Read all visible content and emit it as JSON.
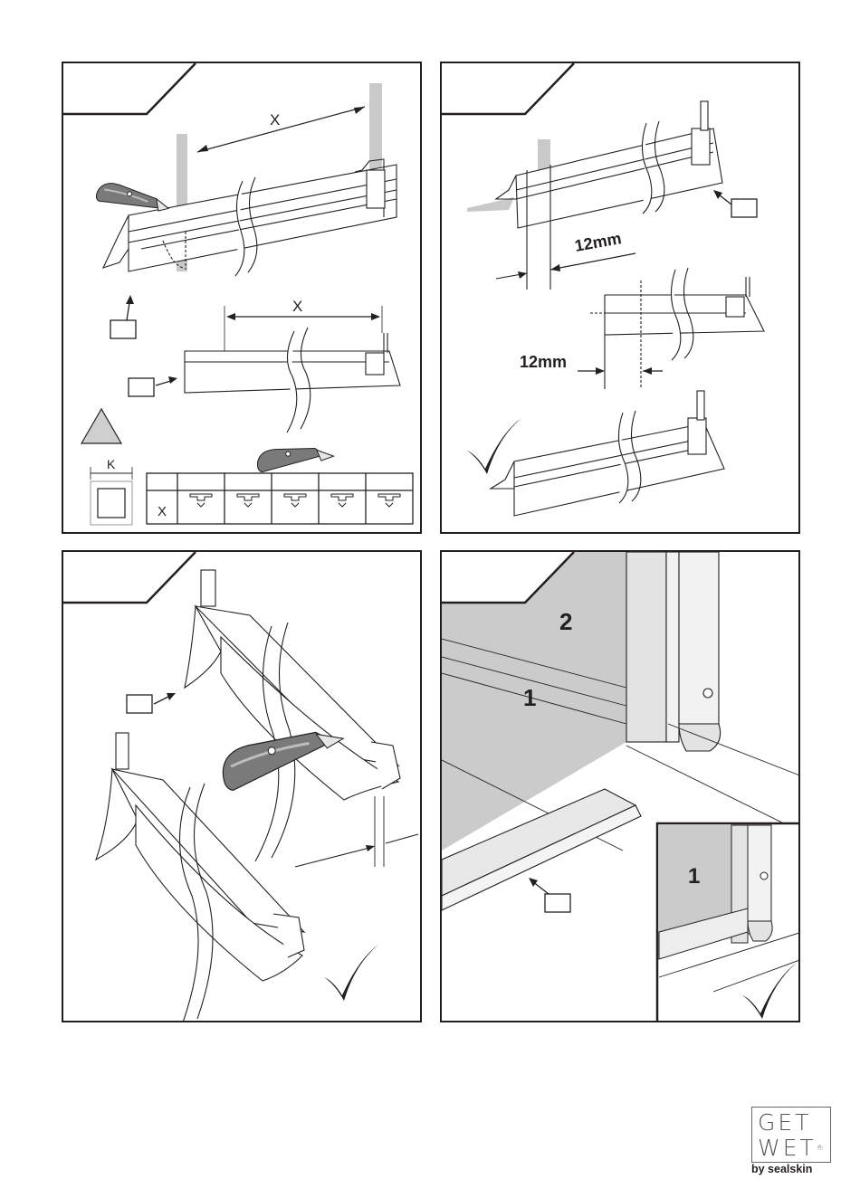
{
  "panel1": {
    "dim_top": "X",
    "dim_bottom": "X",
    "table_label_x": "X",
    "dim_k": "K"
  },
  "panel2": {
    "dim_a": "12mm",
    "dim_b": "12mm"
  },
  "panel3": {},
  "panel4": {
    "num_back": "2",
    "num_front": "1",
    "num_inset": "1"
  },
  "logo": {
    "line1": "GET",
    "line2": "WET",
    "registered": "®",
    "byline": "by sealskin"
  },
  "icons": [
    "warning-triangle-icon",
    "utility-knife-icon",
    "checkmark-icon",
    "arrow-icon"
  ]
}
